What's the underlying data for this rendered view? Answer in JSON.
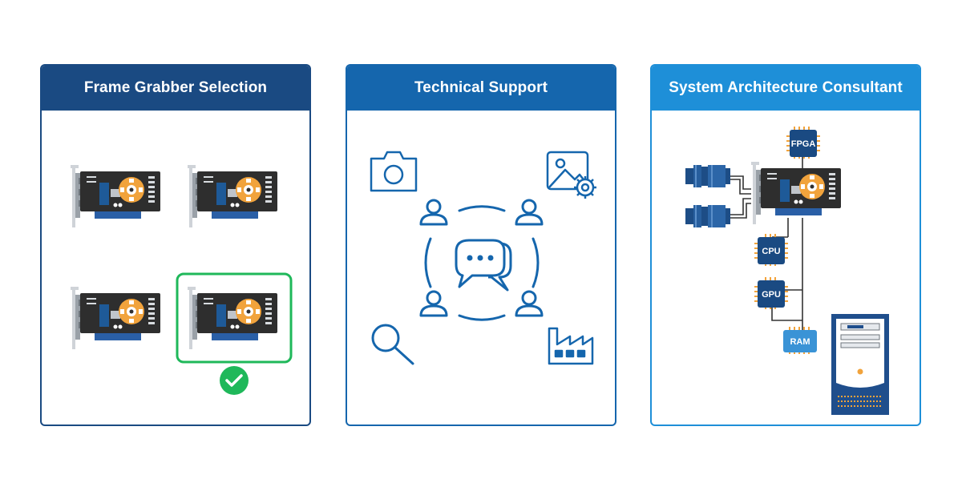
{
  "panels": [
    {
      "title": "Frame Grabber Selection"
    },
    {
      "title": "Technical Support"
    },
    {
      "title": "System Architecture Consultant"
    }
  ],
  "architecture": {
    "chips": {
      "fpga": "FPGA",
      "cpu": "CPU",
      "gpu": "GPU",
      "ram": "RAM"
    }
  },
  "colors": {
    "dark_blue": "#1a4a82",
    "medium_blue": "#1566ad",
    "light_blue": "#1e8fd8",
    "board": "#2e2e2e",
    "fan": "#f1a33c",
    "selected": "#1fb85a"
  }
}
